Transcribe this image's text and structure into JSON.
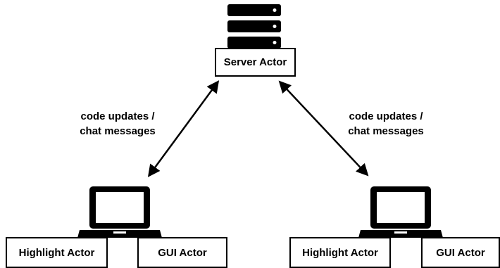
{
  "server": {
    "label": "Server Actor",
    "icon": "server-icon"
  },
  "edges": [
    {
      "line1": "code updates /",
      "line2": "chat messages"
    },
    {
      "line1": "code updates /",
      "line2": "chat messages"
    }
  ],
  "clients": [
    {
      "icon": "laptop-icon",
      "highlight_label": "Highlight Actor",
      "gui_label": "GUI Actor"
    },
    {
      "icon": "laptop-icon",
      "highlight_label": "Highlight Actor",
      "gui_label": "GUI Actor"
    }
  ]
}
